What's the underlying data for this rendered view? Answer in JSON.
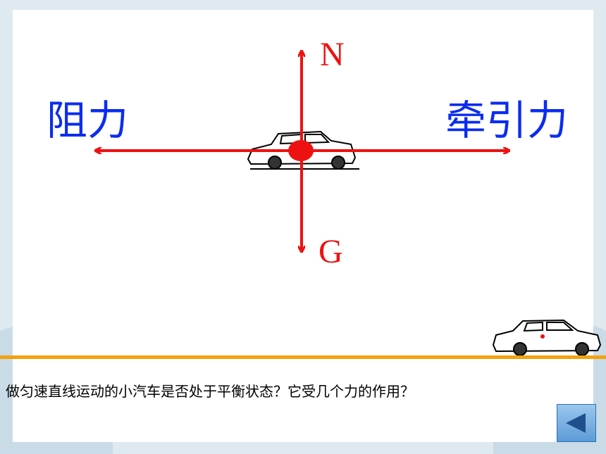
{
  "labels": {
    "north": "N",
    "gravity": "G",
    "resistance": "阻力",
    "traction": "牵引力"
  },
  "question": "做匀速直线运动的小汽车是否处于平衡状态？它受几个力的作用？",
  "colors": {
    "force_arrow": "#ee1111",
    "force_label": "#0b2cf0",
    "divider": "#f4a20c",
    "nav_button": "#5c9bd6"
  },
  "nav": {
    "back_icon": "triangle-left-icon"
  }
}
